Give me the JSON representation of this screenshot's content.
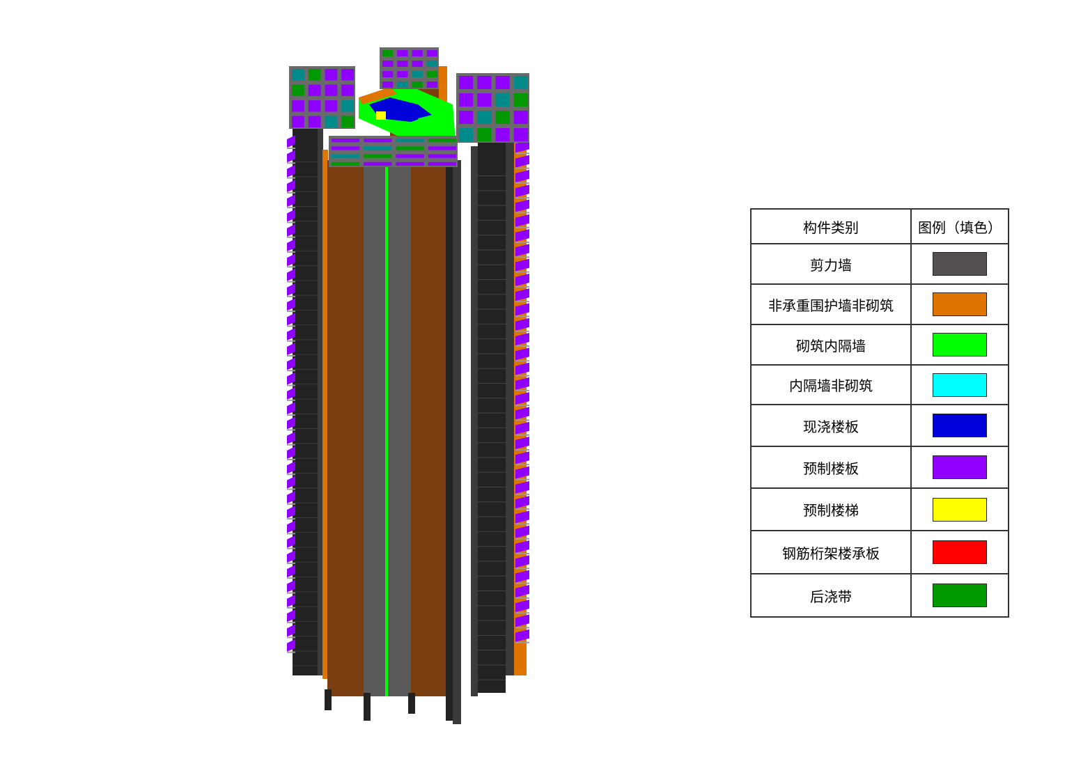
{
  "legend": {
    "header": {
      "category": "构件类别",
      "fill": "图例（填色）"
    },
    "items": [
      {
        "label": "剪力墙",
        "color": "#555050"
      },
      {
        "label": "非承重围护墙非砌筑",
        "color": "#E07400"
      },
      {
        "label": "砌筑内隔墙",
        "color": "#00FF00"
      },
      {
        "label": "内隔墙非砌筑",
        "color": "#00FFFF"
      },
      {
        "label": "现浇楼板",
        "color": "#0000D8"
      },
      {
        "label": "预制楼板",
        "color": "#8F00FF"
      },
      {
        "label": "预制楼梯",
        "color": "#FFFF00"
      },
      {
        "label": "钢筋桁架楼承板",
        "color": "#FF0000"
      },
      {
        "label": "后浇带",
        "color": "#009900"
      }
    ]
  },
  "model": {
    "floors": 35,
    "colors": {
      "shear_wall": "#222222",
      "shear_wall_side": "#3a3a3a",
      "envelope_wall": "#7A3E10",
      "envelope_wall_light": "#E07400",
      "masonry_partition": "#00FF00",
      "precast_slab": "#8F00FF",
      "cast_slab": "#0000D8",
      "stair": "#FFFF00",
      "post_pour": "#009900",
      "teal": "#008B8B",
      "slab_edge": "#9A9A9A"
    }
  }
}
